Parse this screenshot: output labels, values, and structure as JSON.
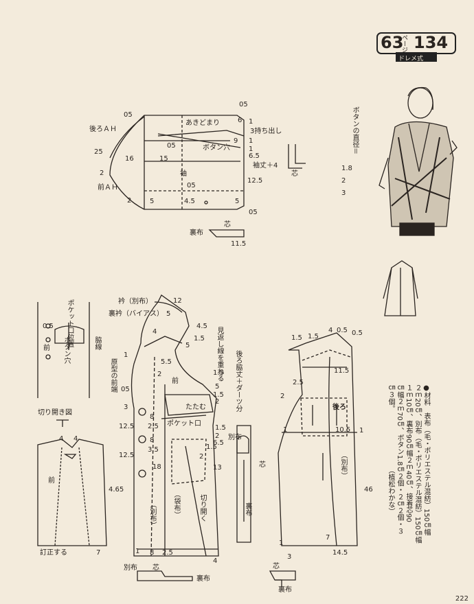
{
  "header": {
    "pattern_no": "63",
    "page_word": "ページ",
    "page_no": "134",
    "system": "ドレメ式"
  },
  "button_note": {
    "title": "ボタンの直径＝",
    "values": [
      "1.8",
      "2",
      "3"
    ]
  },
  "sleeve": {
    "back_ah": "後ろＡＨ",
    "front_ah": "前ＡＨ",
    "opening": "あきどまり",
    "name": "袖",
    "button_hole": "ボタン穴",
    "raise_note": "3持ち出し",
    "cuff_note": "袖丈＋4",
    "m": [
      "05",
      "05",
      "1",
      "6",
      "1",
      "9",
      "1",
      "6.5",
      "25",
      "16",
      "15",
      "05",
      "2",
      "12.5",
      "05",
      "2",
      "5",
      "4.5",
      "5",
      "05"
    ],
    "core": "芯",
    "lining": "裏布",
    "w115": "11.5"
  },
  "pocket": {
    "title": "ポケット口位置",
    "hole": "ボタン穴",
    "side": "脇線",
    "front": "前",
    "m05": "0.5"
  },
  "cut_open": {
    "title": "切り開き図",
    "front": "前",
    "corr": "訂正する",
    "m4a": "4",
    "m4b": "4",
    "m7": "7"
  },
  "front": {
    "collar": "衿（別布）",
    "under_collar": "裏衿（バイアス）",
    "facing": "見返し線を重ねる",
    "grain": "原型の前端",
    "front": "前",
    "fold": "たたむ",
    "pocket": "ポケット口",
    "pocket_bag": "（袋布）",
    "cut": "切り開く",
    "sep": "（別布）",
    "dart": "後ろ脇丈＋ダーツ分",
    "m": [
      "12",
      "5",
      "4.5",
      "4",
      "1.5",
      "5",
      "1",
      "5.5",
      "2",
      "05",
      "3",
      "8",
      "2.5",
      "12.5",
      "8",
      "3.5",
      "12.5",
      "18",
      "4.65",
      "1.5",
      "5",
      "1.5",
      "2",
      "1.5",
      "2",
      "1.5",
      "2",
      "6.5",
      "13",
      "1",
      "8",
      "2.5",
      "4"
    ],
    "other_fabric": "別布",
    "core": "芯",
    "lining": "裏布"
  },
  "back": {
    "back": "後ろ",
    "sep": "（別布）",
    "m": [
      "1.5",
      "1.5",
      "4",
      "0.5",
      "0.5",
      "11.5",
      "2.5",
      "2",
      "1",
      "10.5",
      "1",
      "46",
      "1",
      "7",
      "14.5",
      "3"
    ],
    "core": "芯",
    "lining": "裏布"
  },
  "materials": {
    "lines": [
      "●材料　表布（毛・ポリエステル混紡）150㎝幅",
      "２ｍ20㎝、別布（毛・ポリエステル混紡）150㎝幅",
      "１ｍ10㎝、裏布90㎝幅２ｍ40㎝、接着芯90",
      "㎝幅２ｍ70㎝、ボタン1.8㎝２個・２㎝２個・３",
      "㎝３個。　　　　　　　　　（植松わかな）"
    ]
  },
  "page_number": "222"
}
